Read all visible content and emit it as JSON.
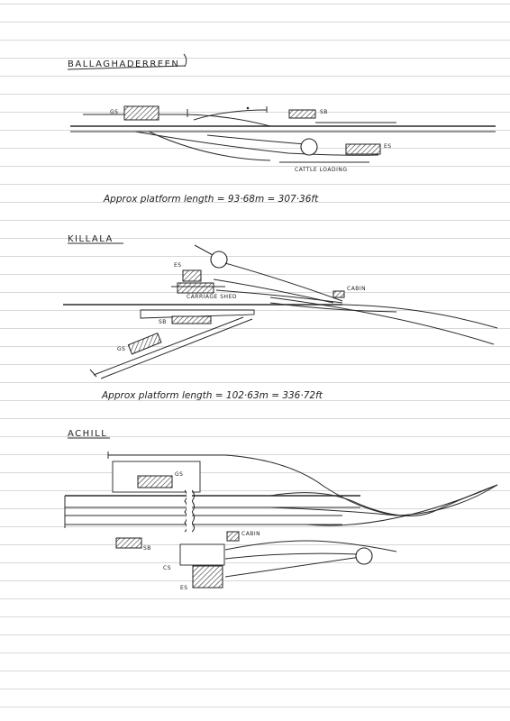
{
  "sections": [
    {
      "title": "BALLAGHADERREEN",
      "labels": {
        "gs": "GS",
        "sb": "SB",
        "es": "ES",
        "cattle": "CATTLE LOADING"
      },
      "note": "Approx platform length = 93·68m = 307·36ft"
    },
    {
      "title": "KILLALA",
      "labels": {
        "es": "ES",
        "carriage": "CARRIAGE SHED",
        "cabin": "CABIN",
        "sb": "SB",
        "gs": "GS"
      },
      "note": "Approx platform length = 102·63m = 336·72ft"
    },
    {
      "title": "ACHILL",
      "labels": {
        "gs": "GS",
        "cabin": "CABIN",
        "sb": "SB",
        "cs": "CS",
        "es": "ES"
      }
    }
  ],
  "colors": {
    "ink": "#222222",
    "paper": "#ffffff",
    "ruling": "#d8d8d8"
  }
}
